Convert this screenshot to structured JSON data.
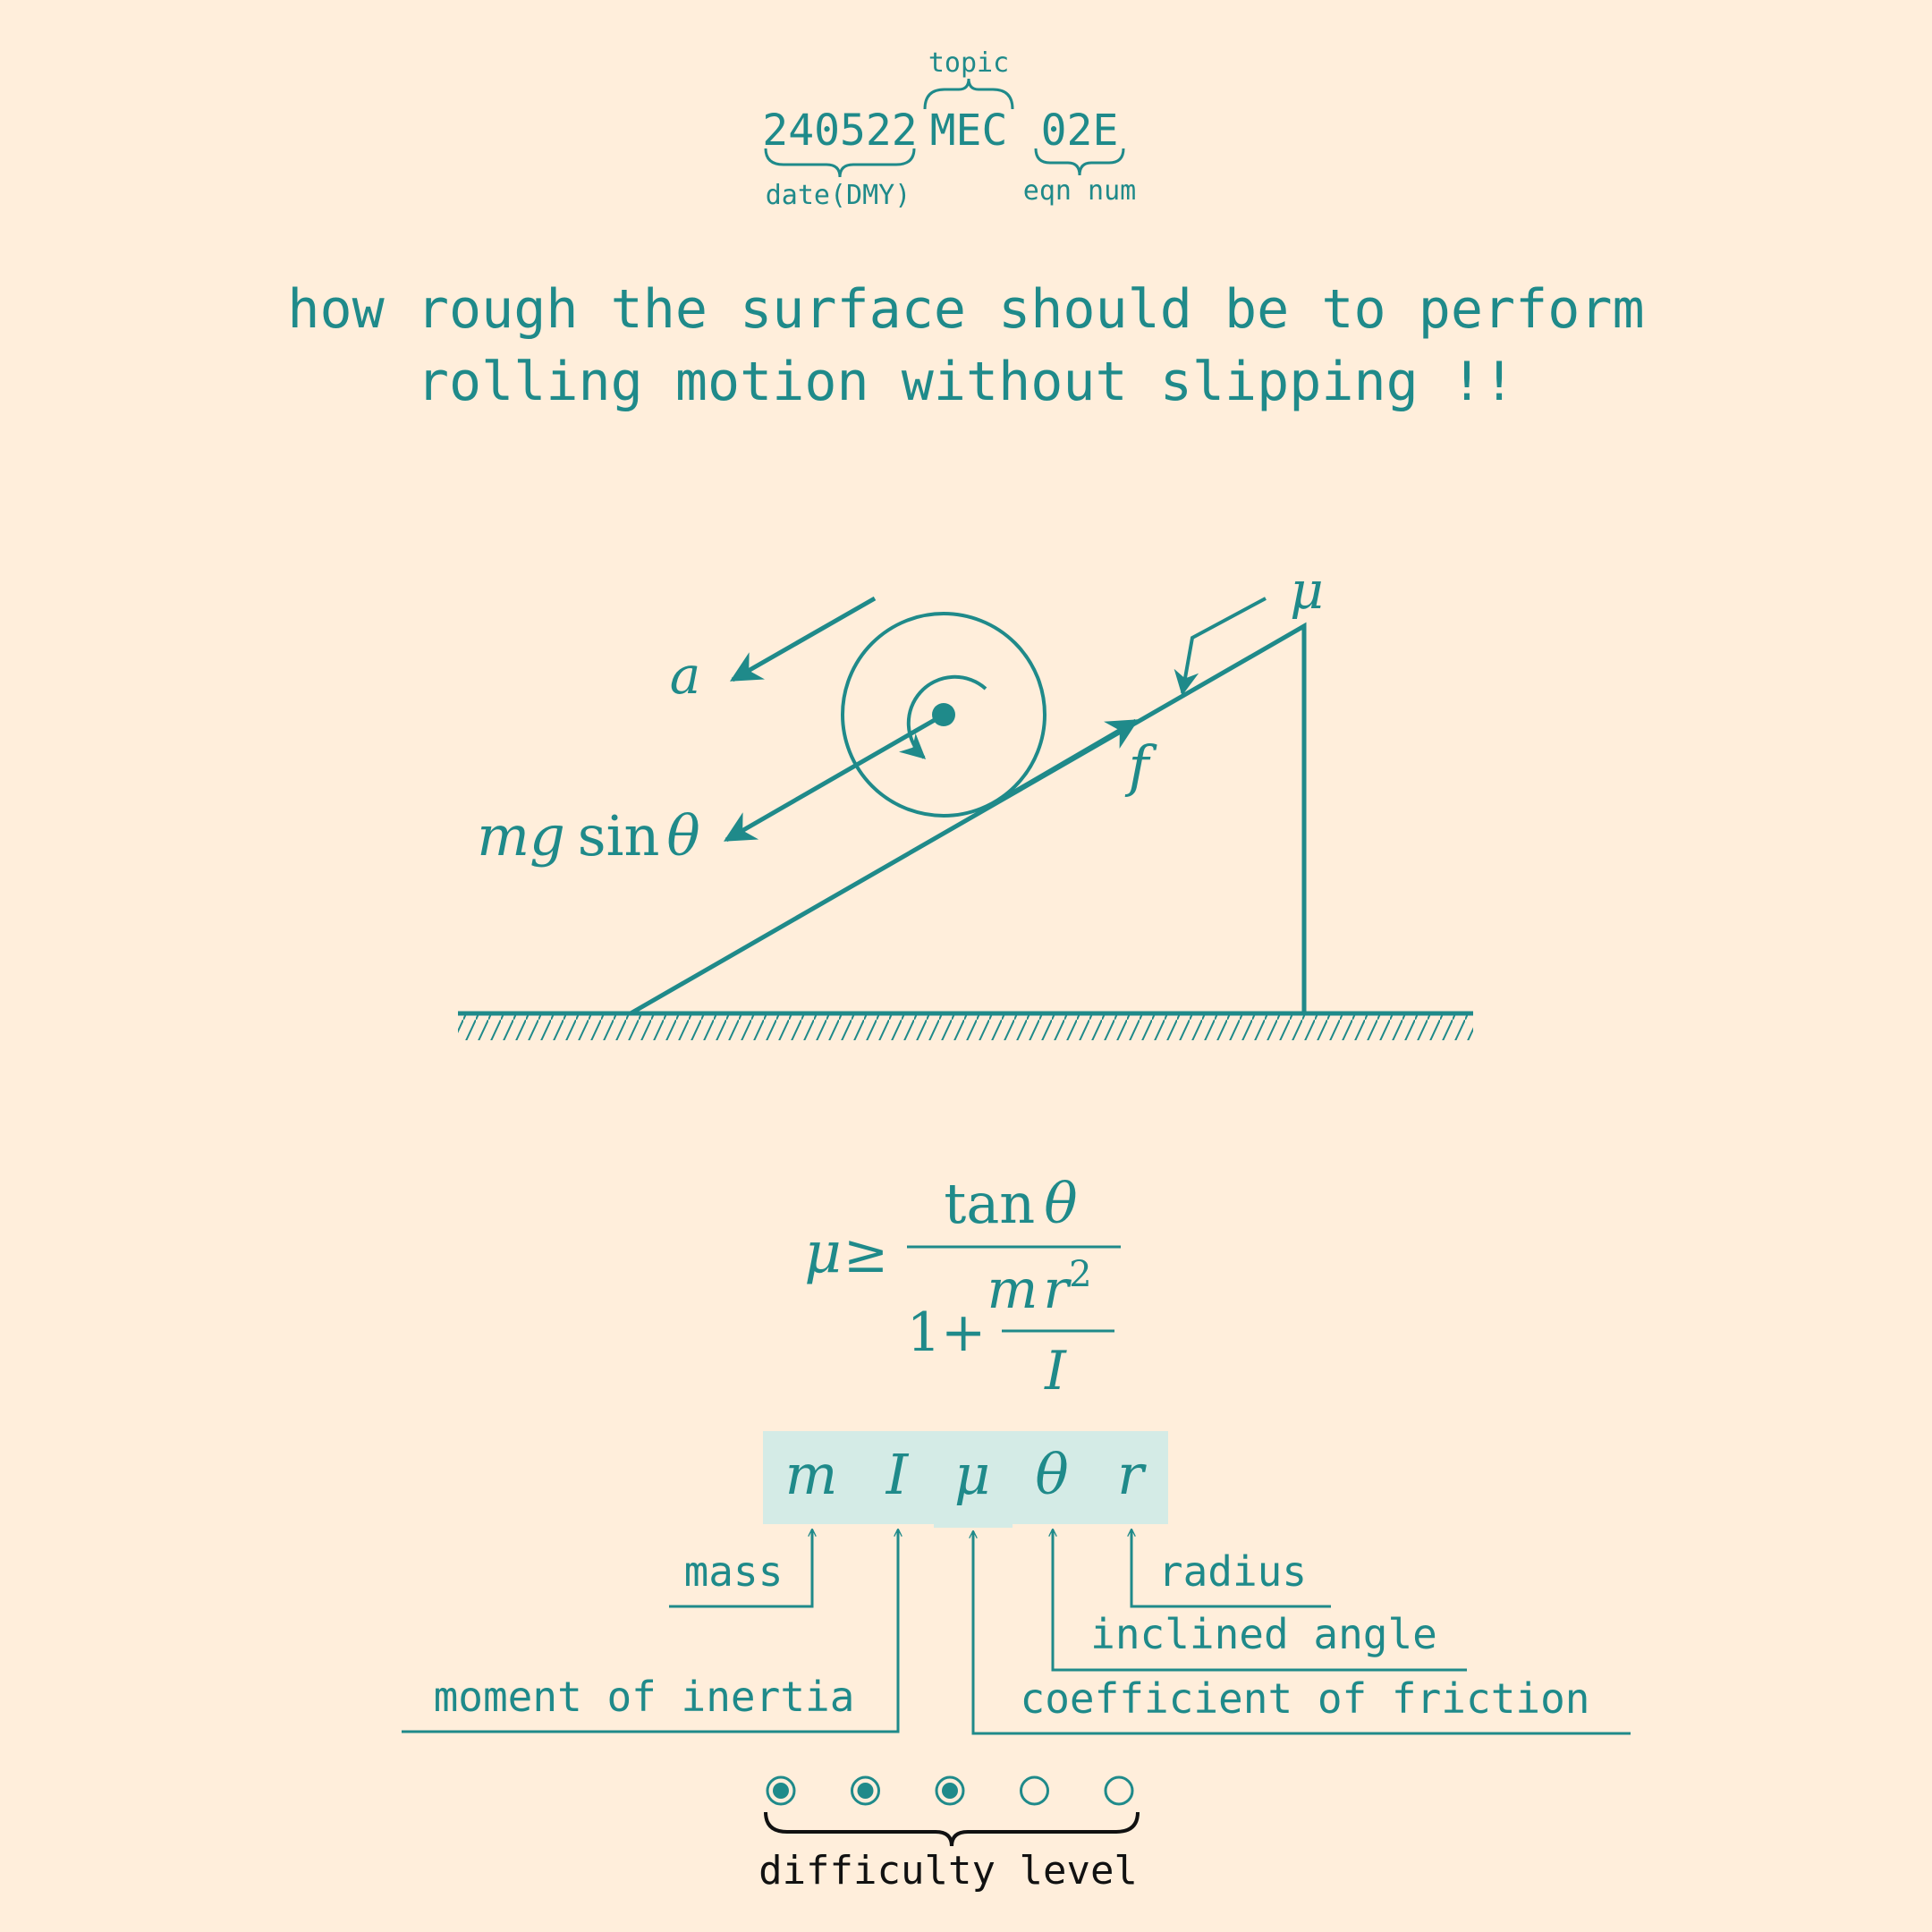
{
  "code": {
    "date": "240522",
    "topic": "MEC",
    "eqn": "02E",
    "date_label": "date(DMY)",
    "topic_label": "topic",
    "eqn_label": "eqn num"
  },
  "title": {
    "line1": "how rough the surface should be to perform",
    "line2": "rolling motion without slipping !!"
  },
  "diagram": {
    "accel_label": "a",
    "friction_coef_label": "μ",
    "friction_force_label": "f",
    "gravity_m": "m",
    "gravity_g": "g",
    "gravity_sin": "sin",
    "gravity_theta": "θ"
  },
  "formula": {
    "mu": "μ",
    "geq": "≥",
    "tan": "tan",
    "theta": "θ",
    "one_plus": "1+",
    "m": "m",
    "r": "r",
    "sq": "2",
    "I": "I"
  },
  "variables": [
    {
      "symbol": "m",
      "description": "mass"
    },
    {
      "symbol": "I",
      "description": "moment of inertia"
    },
    {
      "symbol": "μ",
      "description": "coefficient of friction"
    },
    {
      "symbol": "θ",
      "description": "inclined angle"
    },
    {
      "symbol": "r",
      "description": "radius"
    }
  ],
  "difficulty": {
    "label": "difficulty level",
    "level": 3,
    "max": 5
  },
  "colors": {
    "background": "#ffeedb",
    "ink": "#1f8a8a",
    "highlight": "#d4ebe6",
    "black": "#111111"
  }
}
